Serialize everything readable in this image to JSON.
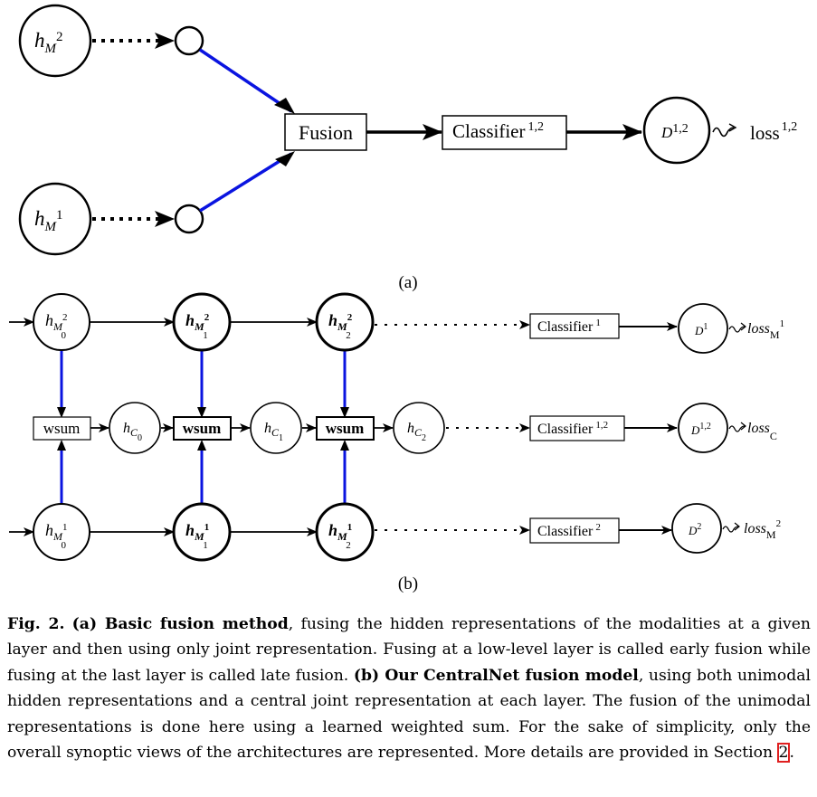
{
  "diagram_a": {
    "inputs": [
      {
        "sym": "h",
        "sub": "M",
        "sup": "2"
      },
      {
        "sym": "h",
        "sub": "M",
        "sup": "1"
      }
    ],
    "fusion_label": "Fusion",
    "classifier_label": "Classifier",
    "classifier_sup": "1,2",
    "output_label": "D",
    "output_sup": "1,2",
    "loss_label": "loss",
    "loss_sup": "1,2",
    "panel_label": "(a)"
  },
  "diagram_b": {
    "top_nodes": [
      {
        "sym": "h",
        "sub": "M",
        "subsup": "2",
        "subsub": "0"
      },
      {
        "sym": "h",
        "sub": "M",
        "subsup": "2",
        "subsub": "1"
      },
      {
        "sym": "h",
        "sub": "M",
        "subsup": "2",
        "subsub": "2"
      }
    ],
    "central_nodes": [
      {
        "sym": "h",
        "sub": "C",
        "subsub": "0"
      },
      {
        "sym": "h",
        "sub": "C",
        "subsub": "1"
      },
      {
        "sym": "h",
        "sub": "C",
        "subsub": "2"
      }
    ],
    "bottom_nodes": [
      {
        "sym": "h",
        "sub": "M",
        "subsup": "1",
        "subsub": "0"
      },
      {
        "sym": "h",
        "sub": "M",
        "subsup": "1",
        "subsub": "1"
      },
      {
        "sym": "h",
        "sub": "M",
        "subsup": "1",
        "subsub": "2"
      }
    ],
    "wsum_label": "wsum",
    "rows": [
      {
        "classifier": "Classifier",
        "classifier_sup": "1",
        "output": "D",
        "output_sup": "1",
        "loss": "loss",
        "loss_sub": "M",
        "loss_sup": "1"
      },
      {
        "classifier": "Classifier",
        "classifier_sup": "1,2",
        "output": "D",
        "output_sup": "1,2",
        "loss": "loss",
        "loss_sub": "C",
        "loss_sup": ""
      },
      {
        "classifier": "Classifier",
        "classifier_sup": "2",
        "output": "D",
        "output_sup": "2",
        "loss": "loss",
        "loss_sub": "M",
        "loss_sup": "2"
      }
    ],
    "panel_label": "(b)"
  },
  "caption": {
    "fig": "Fig. 2.",
    "a_title": "(a) Basic fusion method",
    "a_text": ", fusing the hidden representations of the modalities at a given layer and then using only joint representation. Fusing at a low-level layer is called early fusion while fusing at the last layer is called late fusion. ",
    "b_title": "(b) Our CentralNet fusion model",
    "b_text": ", using both unimodal hidden representations and a central joint representation at each layer. The fusion of the unimodal representations is done here using a learned weighted sum. For the sake of simplicity, only the overall synoptic views of the architectures are represented. More details are provided in Section ",
    "section_ref": "2",
    "end": "."
  },
  "colors": {
    "blue_edge": "#0a14e0",
    "ref_box": "#e02020"
  }
}
